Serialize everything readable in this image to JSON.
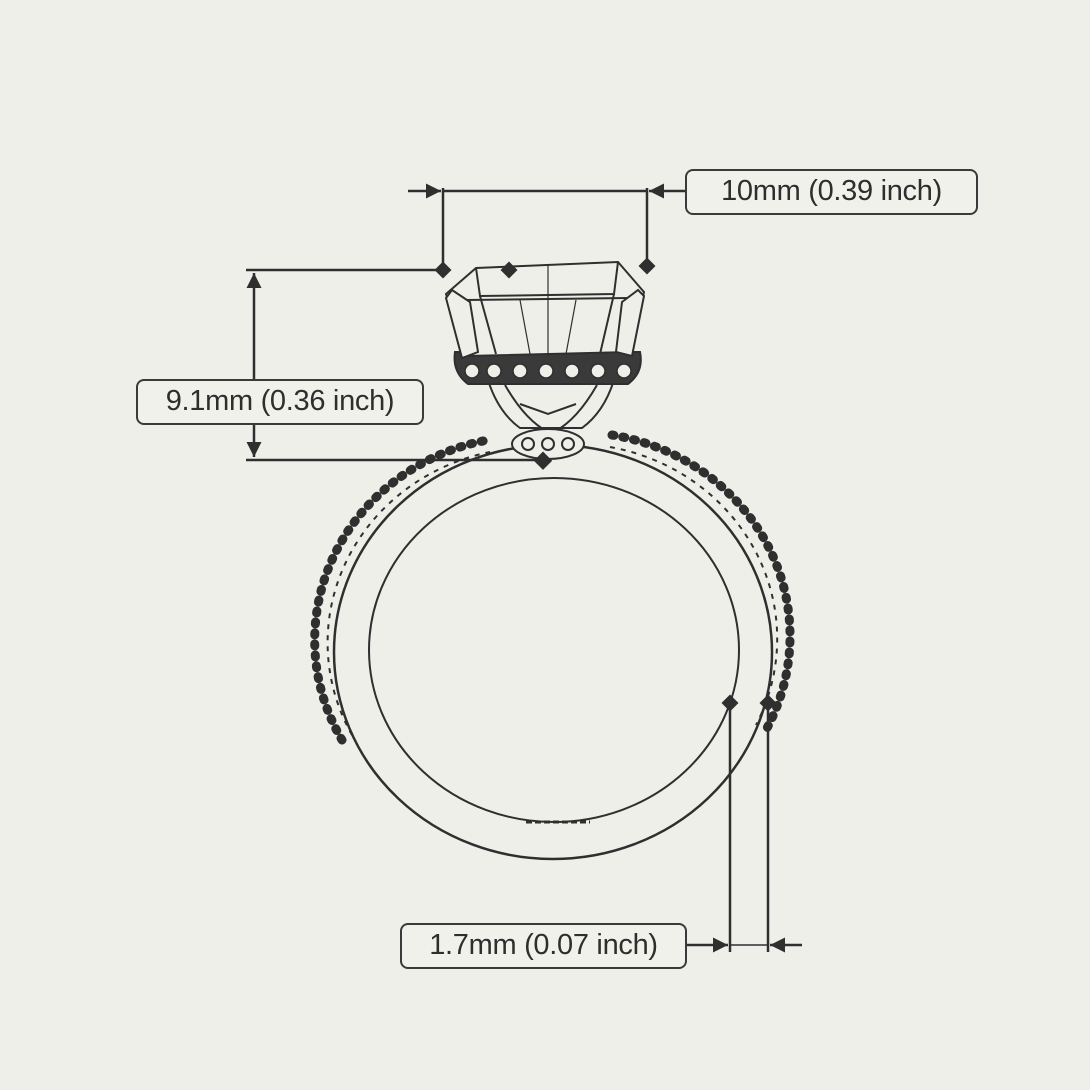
{
  "diagram": {
    "dimensions": [
      {
        "id": "center-stone-width",
        "label": "10mm (0.39 inch)"
      },
      {
        "id": "setting-height",
        "label": "9.1mm (0.36 inch)"
      },
      {
        "id": "band-width",
        "label": "1.7mm (0.07 inch)"
      }
    ],
    "colors": {
      "background": "#efefea",
      "line": "#2f2f2f",
      "label_border": "#3a3a3a"
    }
  }
}
